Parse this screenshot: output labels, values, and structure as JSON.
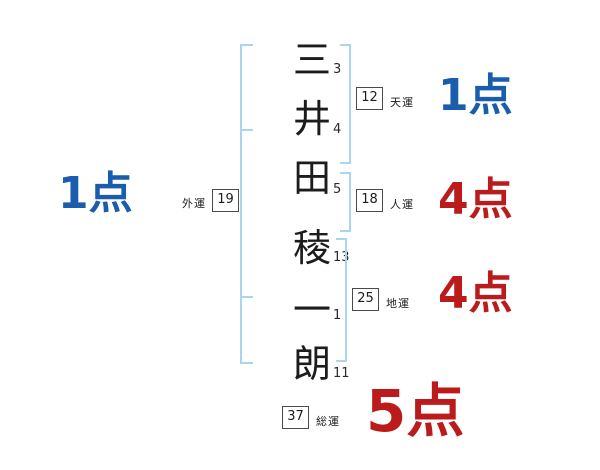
{
  "colors": {
    "score_blue": "#1b5dad",
    "score_red": "#bc1b1b",
    "bracket_blue": "#a9d6ee",
    "box_border": "#4a4a4a"
  },
  "name": {
    "chars": [
      {
        "char": "三",
        "strokes": "3"
      },
      {
        "char": "井",
        "strokes": "4"
      },
      {
        "char": "田",
        "strokes": "5"
      },
      {
        "char": "稜",
        "strokes": "13"
      },
      {
        "char": "一",
        "strokes": "1"
      },
      {
        "char": "朗",
        "strokes": "11"
      }
    ]
  },
  "fortunes": {
    "ten": {
      "label": "天運",
      "value": "12",
      "score": "1点"
    },
    "jin": {
      "label": "人運",
      "value": "18",
      "score": "4点"
    },
    "chi": {
      "label": "地運",
      "value": "25",
      "score": "4点"
    },
    "gai": {
      "label": "外運",
      "value": "19",
      "score": "1点"
    },
    "sou": {
      "label": "総運",
      "value": "37",
      "score": "5点"
    }
  }
}
